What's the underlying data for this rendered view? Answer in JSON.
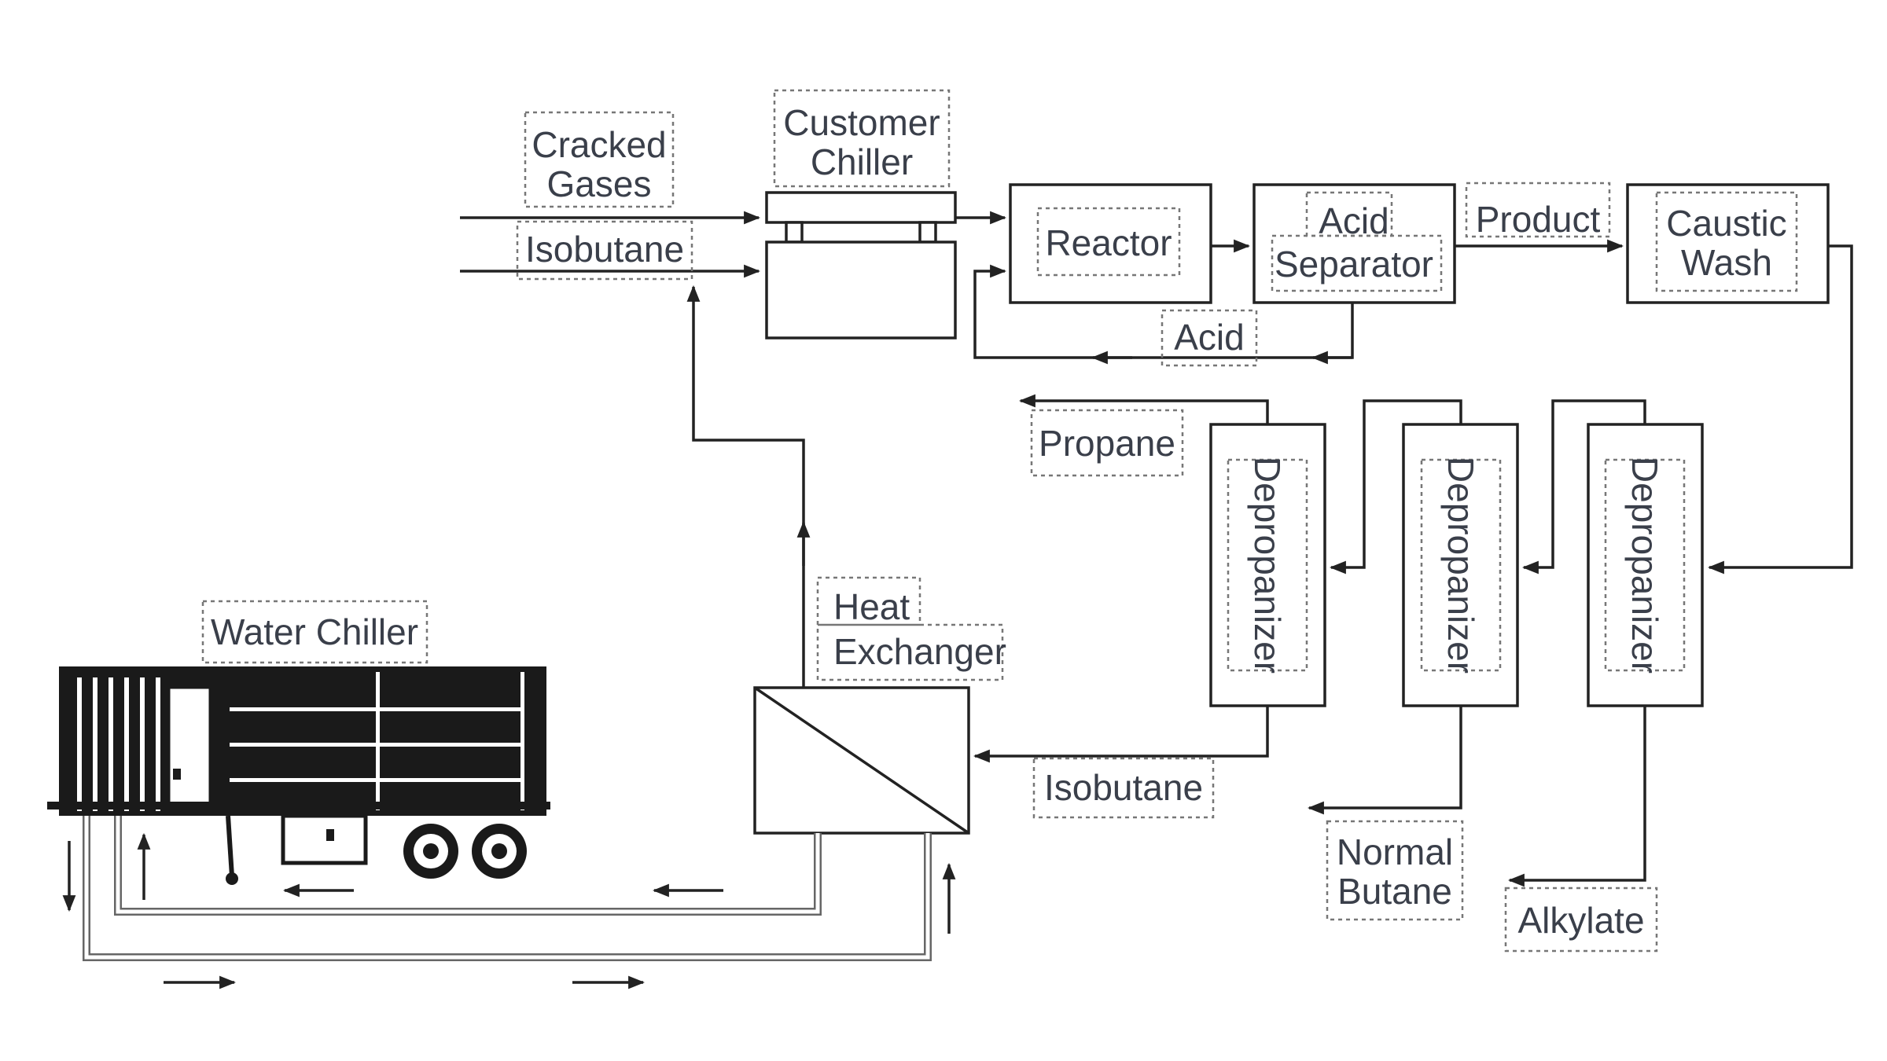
{
  "diagram": {
    "labels": {
      "cracked_gases": [
        "Cracked",
        "Gases"
      ],
      "isobutane_in": "Isobutane",
      "customer_chiller": [
        "Customer",
        "Chiller"
      ],
      "reactor": "Reactor",
      "acid_separator": [
        "Acid",
        "Separator"
      ],
      "product": "Product",
      "caustic_wash": [
        "Caustic",
        "Wash"
      ],
      "acid": "Acid",
      "propane": "Propane",
      "depropanizer_1": "Depropanizer",
      "depropanizer_2": "Depropanizer",
      "depropanizer_3": "Depropanizer",
      "isobutane_out": "Isobutane",
      "normal_butane": [
        "Normal",
        "Butane"
      ],
      "alkylate": "Alkylate",
      "heat_exchanger": [
        "Heat",
        "Exchanger"
      ],
      "water_chiller": "Water Chiller"
    },
    "colors": {
      "line": "#222222",
      "text": "#3a3f4a",
      "dashed_box": "#777777",
      "pipe": "#666666",
      "trailer": "#1a1a1a"
    }
  }
}
